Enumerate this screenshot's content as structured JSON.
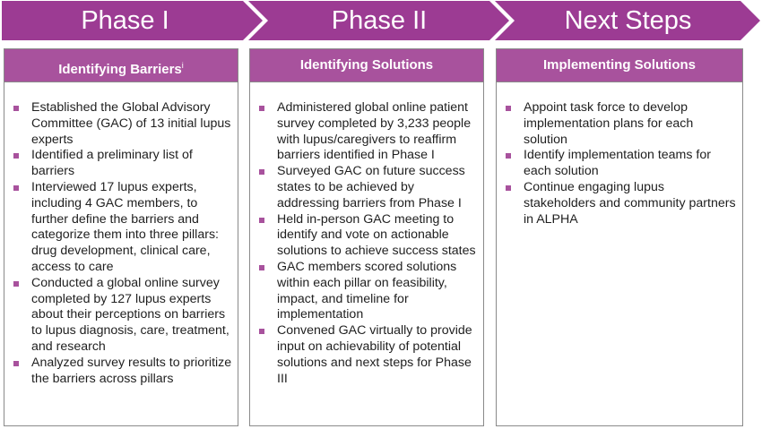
{
  "colors": {
    "chevron": "#9c3b93",
    "header": "#a8529d",
    "bullet": "#a8529d",
    "border": "#8a8a8a"
  },
  "phases": [
    {
      "chevron_label": "Phase I",
      "header": "Identifying Barriers",
      "header_superscript": "i",
      "bullets": [
        "Established the Global Advisory Committee (GAC) of 13 initial lupus experts",
        "Identified a preliminary list of barriers",
        "Interviewed 17 lupus experts, including 4 GAC members, to further define the barriers and categorize them into three pillars: drug development, clinical care, access to care",
        "Conducted a global online survey completed by 127 lupus experts about their perceptions on barriers to lupus diagnosis, care, treatment, and research",
        "Analyzed survey results to prioritize the barriers across pillars"
      ]
    },
    {
      "chevron_label": "Phase II",
      "header": "Identifying Solutions",
      "bullets": [
        "Administered global online patient survey completed by 3,233 people with lupus/caregivers to reaffirm barriers identified in Phase I",
        "Surveyed GAC on future success states to be achieved by addressing barriers from Phase I",
        "Held in-person GAC meeting to identify and vote on actionable solutions to achieve success states",
        "GAC members scored solutions within each pillar on feasibility, impact, and timeline for implementation",
        "Convened GAC virtually to provide input on achievability of potential solutions and next steps for Phase III"
      ]
    },
    {
      "chevron_label": "Next Steps",
      "header": "Implementing Solutions",
      "bullets": [
        "Appoint task force to develop implementation plans for each solution",
        "Identify implementation teams for each solution",
        "Continue engaging lupus stakeholders and community partners in ALPHA"
      ]
    }
  ]
}
